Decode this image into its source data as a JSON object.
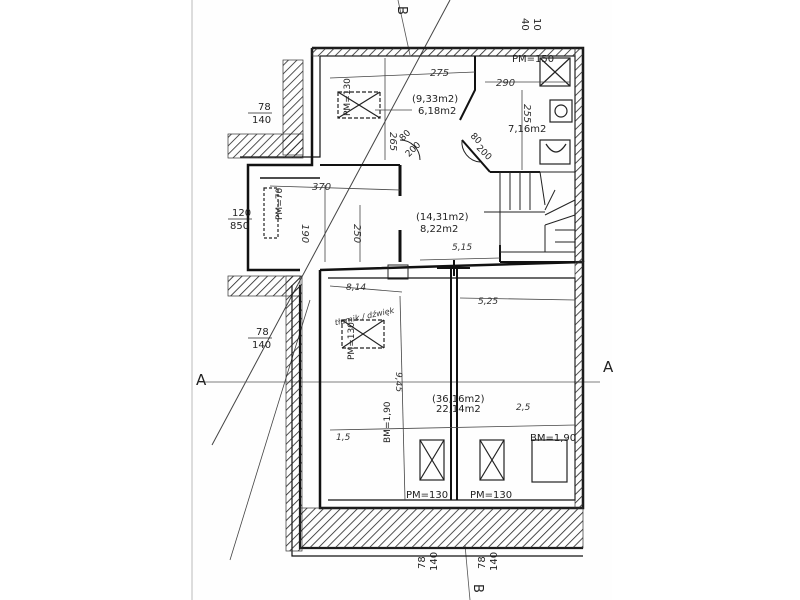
{
  "plan": {
    "section_marks": {
      "a_left": "A",
      "a_right": "A",
      "b_top": "B",
      "b_bottom": "B"
    },
    "top_dims": {
      "d1": "40",
      "d2": "10"
    },
    "wall_dims": {
      "upper_left_78": "78",
      "upper_left_140": "140",
      "mid_left_120": "120",
      "mid_left_850": "850",
      "lower_left_78": "78",
      "lower_left_140": "140",
      "bottom_78_left": "78",
      "bottom_140_left": "140",
      "bottom_78_right": "78",
      "bottom_140_right": "140"
    },
    "rooms": {
      "top_left": {
        "area_a": "(9,33m2)",
        "area_b": "6,18m2"
      },
      "bath": {
        "area": "7,16m2",
        "window": "PM=150"
      },
      "hall": {
        "area_a": "(14,31m2)",
        "area_b": "8,22m2"
      },
      "main": {
        "area_a": "(36,16m2)",
        "area_b": "22,14m2"
      }
    },
    "labels": {
      "pm130_top": "PM=130",
      "pm70": "PM=70",
      "pm130_left": "PM=130",
      "bm190_left": "BM=1,90",
      "bm190_right": "BM=1,90",
      "pm130_bottom_a": "PM=130",
      "pm130_bottom_b": "PM=130"
    },
    "door_marks": {
      "d80a": "80",
      "d200a": "200",
      "d80b": "80",
      "d200b": "200"
    },
    "handwritten": {
      "h275": "275",
      "h290": "290",
      "h255": "255",
      "h265": "265",
      "h370": "370",
      "h250": "250",
      "h190": "190",
      "h515": "5,15",
      "h814": "8,14",
      "h525": "5,25",
      "h945": "9,45",
      "h25": "2,5",
      "h15": "1,5",
      "note": "tłumik / dźwięk"
    }
  },
  "colors": {
    "ink": "#1a1a1a",
    "paper": "#ffffff",
    "pencil": "#444444"
  }
}
